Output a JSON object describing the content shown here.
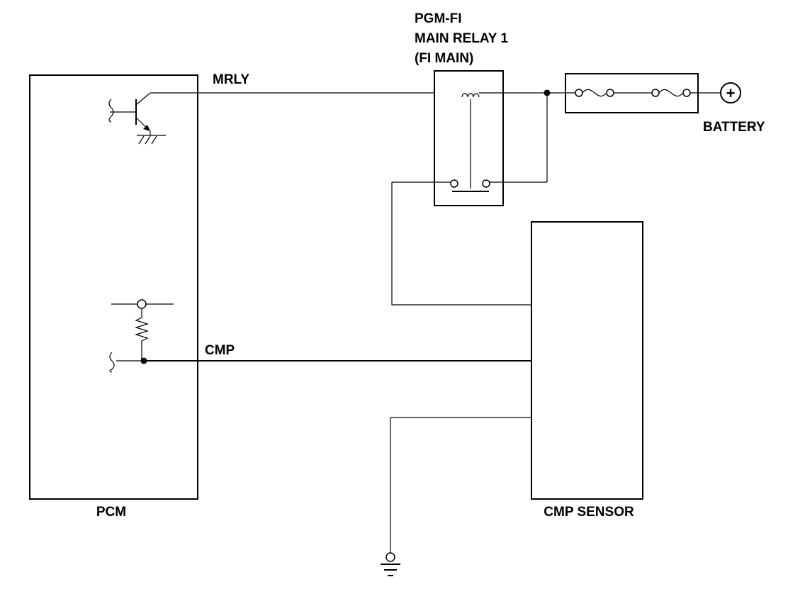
{
  "relay": {
    "line1": "PGM-FI",
    "line2": "MAIN RELAY 1",
    "line3": "(FI MAIN)"
  },
  "pcm": {
    "label": "PCM"
  },
  "sensor": {
    "label": "CMP SENSOR"
  },
  "battery": {
    "label": "BATTERY",
    "symbol": "+"
  },
  "wires": {
    "mrly": "MRLY",
    "cmp": "CMP"
  },
  "colors": {
    "ink": "#000000",
    "background": "#ffffff"
  }
}
